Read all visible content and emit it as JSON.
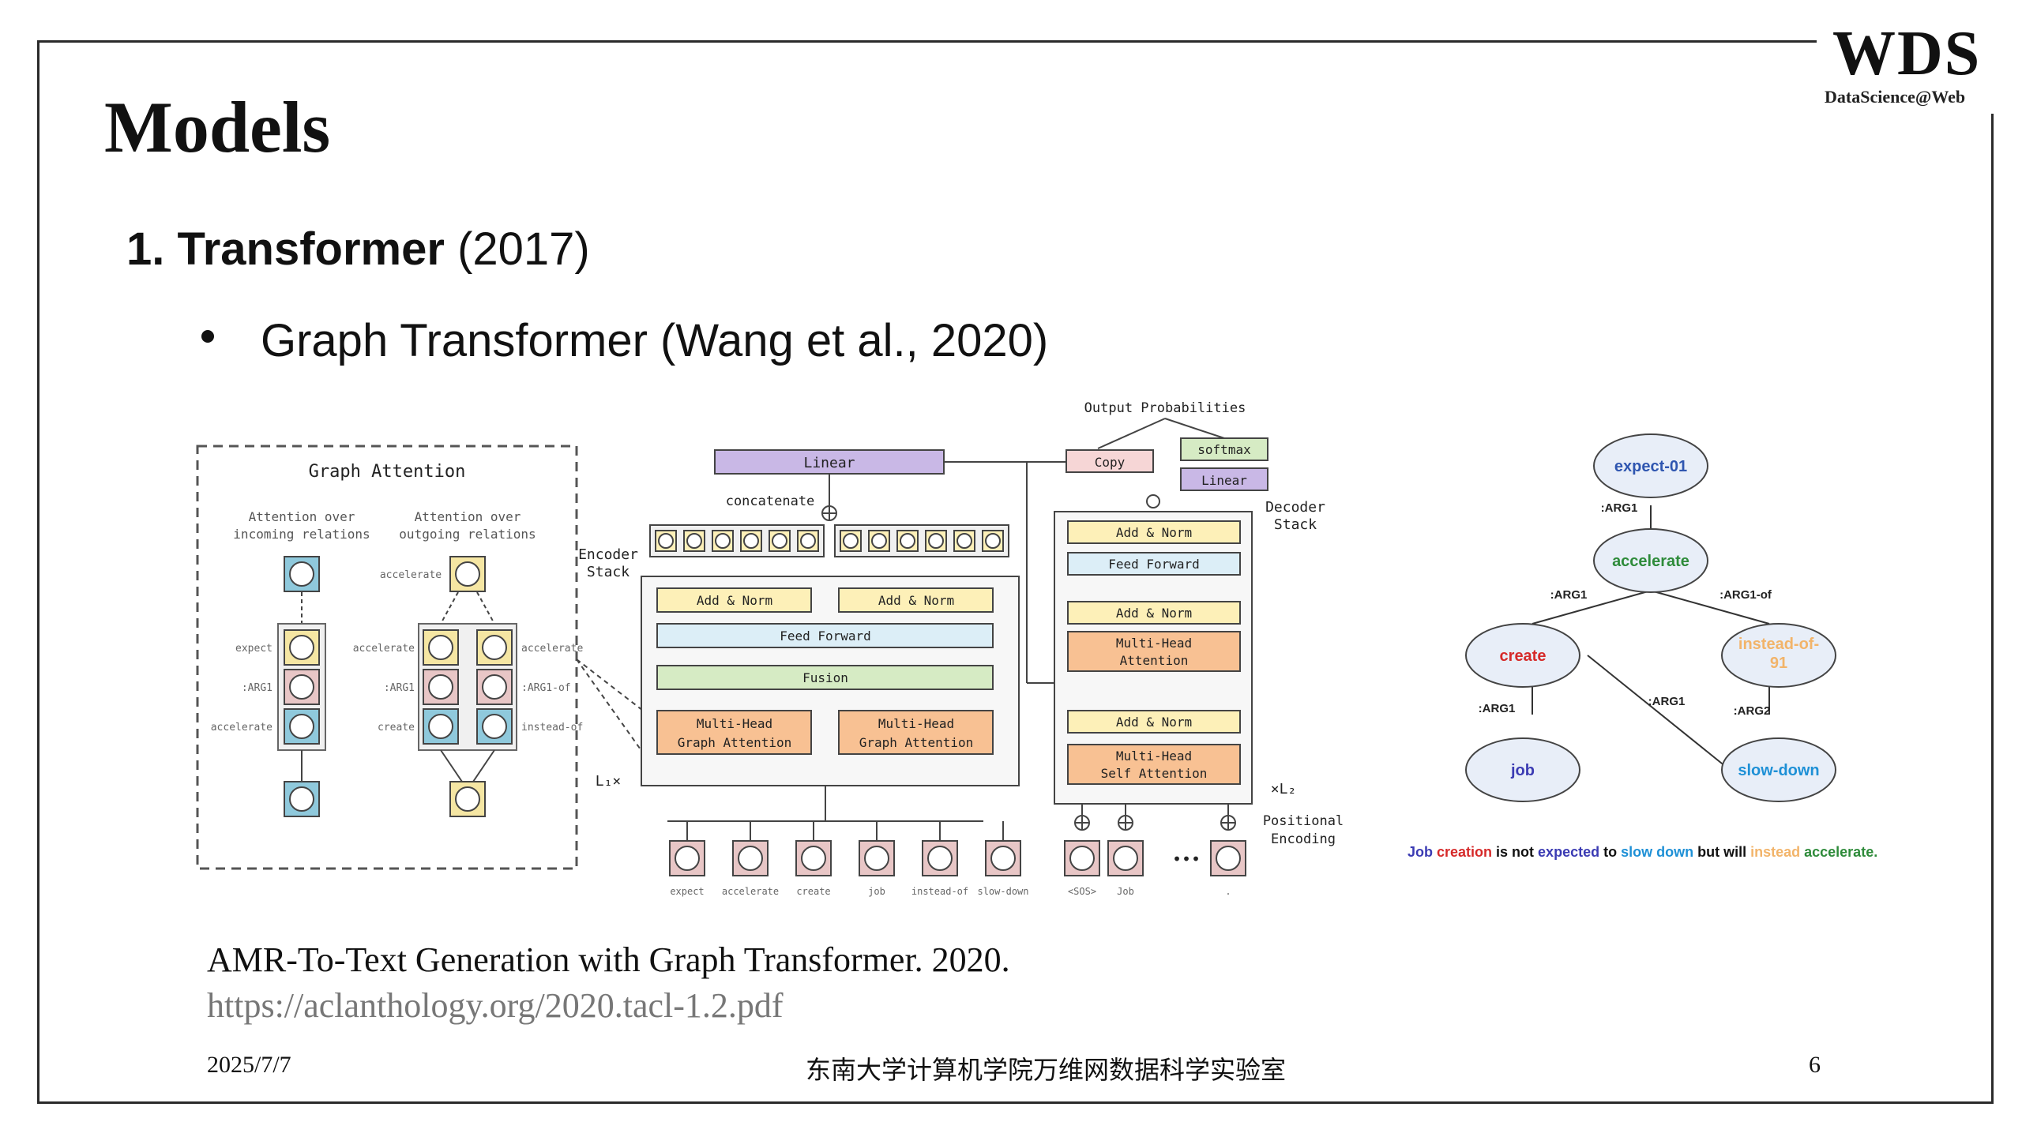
{
  "logo": {
    "mark": "WDS",
    "subtitle": "DataScience@Web"
  },
  "slide": {
    "title": "Models",
    "section_number": "1.",
    "section_name": "Transformer",
    "section_year": "(2017)",
    "bullet": "Graph Transformer (Wang et al., 2020)"
  },
  "figure": {
    "graph_attention": {
      "title": "Graph Attention",
      "incoming_label_1": "Attention over",
      "incoming_label_2": "incoming relations",
      "outgoing_label_1": "Attention over",
      "outgoing_label_2": "outgoing relations",
      "top_label": "accelerate",
      "left_rows": [
        "expect",
        ":ARG1",
        "accelerate"
      ],
      "mid_rows": [
        "accelerate",
        ":ARG1",
        "create"
      ],
      "right_rows": [
        "accelerate",
        ":ARG1-of",
        "instead-of"
      ]
    },
    "encoder": {
      "stack_label_1": "Encoder",
      "stack_label_2": "Stack",
      "concatenate": "concatenate",
      "linear": "Linear",
      "add_norm": "Add & Norm",
      "feed_forward": "Feed Forward",
      "fusion": "Fusion",
      "mhga_1": "Multi-Head",
      "mhga_2": "Graph Attention",
      "repeat": "L₁×",
      "inputs": [
        "expect",
        "accelerate",
        "create",
        "job",
        "instead-of",
        "slow-down"
      ]
    },
    "decoder": {
      "output_probabilities": "Output Probabilities",
      "copy": "Copy",
      "softmax": "softmax",
      "linear": "Linear",
      "stack_label_1": "Decoder",
      "stack_label_2": "Stack",
      "add_norm": "Add & Norm",
      "feed_forward": "Feed Forward",
      "mha_1": "Multi-Head",
      "mha_2": "Attention",
      "msa_1": "Multi-Head",
      "msa_2": "Self Attention",
      "repeat": "×L₂",
      "positional_1": "Positional",
      "positional_2": "Encoding",
      "inputs": [
        "<SOS>",
        "Job",
        "."
      ],
      "ellipsis": "•••"
    }
  },
  "amr": {
    "nodes": {
      "expect": "expect-01",
      "accelerate": "accelerate",
      "create": "create",
      "instead_1": "instead-of-",
      "instead_2": "91",
      "job": "job",
      "slow_down": "slow-down"
    },
    "edges": {
      "e1": ":ARG1",
      "e2": ":ARG1",
      "e3": ":ARG1-of",
      "e4": ":ARG1",
      "e5": ":ARG1",
      "e6": ":ARG2"
    },
    "sentence": [
      {
        "text": "Job ",
        "color": "#3b3bb3"
      },
      {
        "text": "creation ",
        "color": "#d62a2a"
      },
      {
        "text": "is not ",
        "color": "#111111"
      },
      {
        "text": "expected ",
        "color": "#3b3bb3"
      },
      {
        "text": "to ",
        "color": "#111111"
      },
      {
        "text": "slow down ",
        "color": "#1e90d6"
      },
      {
        "text": "but will ",
        "color": "#111111"
      },
      {
        "text": "instead ",
        "color": "#f2b46a"
      },
      {
        "text": "accelerate.",
        "color": "#2e8b3a"
      }
    ]
  },
  "reference": {
    "title": "AMR-To-Text Generation with Graph Transformer. 2020.",
    "link": "https://aclanthology.org/2020.tacl-1.2.pdf"
  },
  "footer": {
    "date": "2025/7/7",
    "lab": "东南大学计算机学院万维网数据科学实验室",
    "page": "6"
  },
  "colors": {
    "node_yellow": "#f5e6a3",
    "node_pink": "#e8c6c6",
    "node_blue": "#8fc9dc",
    "block_yellow": "#fdf0b8",
    "block_blue": "#dceef7",
    "block_green": "#d6ebc4",
    "block_orange": "#f8c193",
    "block_purple": "#c9b8e6",
    "block_pink": "#f6d6d6",
    "amr_node_fill": "#e8eef8",
    "amr_expect": "#2f56b0",
    "amr_accelerate": "#2e8b3a",
    "amr_create": "#d62a2a",
    "amr_instead": "#f2b46a",
    "amr_job": "#3b3bb3",
    "amr_slow": "#1e90d6"
  }
}
